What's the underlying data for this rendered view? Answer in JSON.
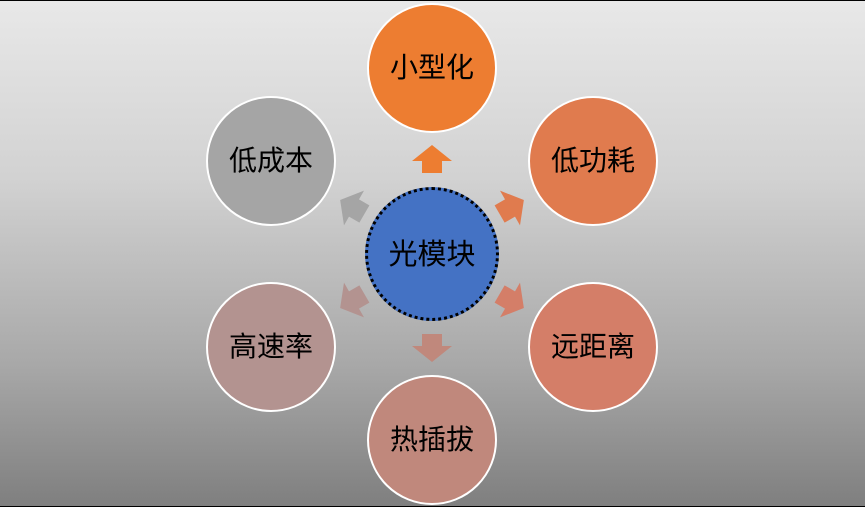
{
  "diagram": {
    "type": "radial-hub",
    "background": {
      "top": "#e8e8e8",
      "bottom": "#7f7f7f"
    },
    "center": {
      "label": "光模块",
      "color": "#4472c4"
    },
    "nodes": [
      {
        "label": "小型化",
        "color": "#ed7d31",
        "position": "top"
      },
      {
        "label": "低功耗",
        "color": "#e07b4e",
        "position": "upper-right"
      },
      {
        "label": "远距离",
        "color": "#d47e68",
        "position": "lower-right"
      },
      {
        "label": "热插拔",
        "color": "#c0887c",
        "position": "bottom"
      },
      {
        "label": "高速率",
        "color": "#b39390",
        "position": "lower-left"
      },
      {
        "label": "低成本",
        "color": "#a5a5a5",
        "position": "upper-left"
      }
    ]
  }
}
